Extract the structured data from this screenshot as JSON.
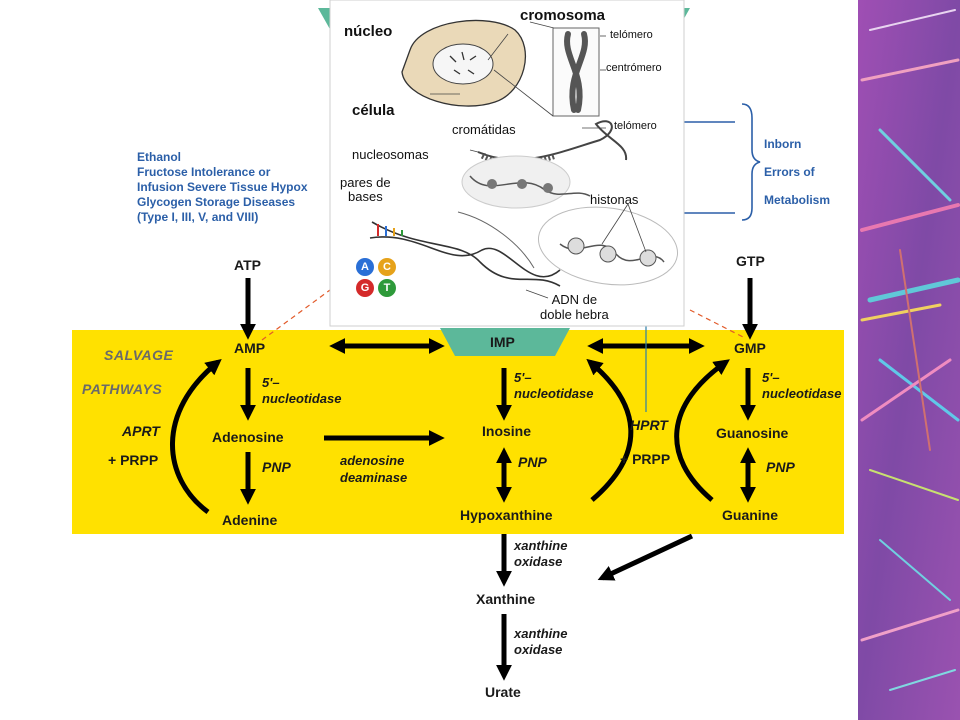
{
  "pathway": {
    "causes": [
      "Ethanol",
      "Fructose Intolerance or",
      "Infusion Severe Tissue Hypox",
      "Glycogen Storage Diseases",
      "(Type I, III, V, and VIII)"
    ],
    "inborn_errors": [
      "Inborn",
      "Errors of",
      "Metabolism"
    ],
    "salvage": [
      "SALVAGE",
      "PATHWAYS"
    ],
    "atp": "ATP",
    "gtp": "GTP",
    "amp": "AMP",
    "imp": "IMP",
    "gmp": "GMP",
    "nuc_a_1": "5'–",
    "nuc_a_2": "nucleotidase",
    "nuc_i_1": "5'–",
    "nuc_i_2": "nucleotidase",
    "nuc_g_1": "5'–",
    "nuc_g_2": "nucleotidase",
    "adenosine": "Adenosine",
    "inosine": "Inosine",
    "guanosine": "Guanosine",
    "pnp_a": "PNP",
    "pnp_i": "PNP",
    "pnp_g": "PNP",
    "adenine": "Adenine",
    "hypoxanthine": "Hypoxanthine",
    "guanine": "Guanine",
    "aprt": "APRT",
    "prpp_a": "+ PRPP",
    "hprt": "HPRT",
    "prpp_h": "+ PRPP",
    "ada_1": "adenosine",
    "ada_2": "deaminase",
    "xo1_1": "xanthine",
    "xo1_2": "oxidase",
    "xanthine": "Xanthine",
    "xo2_1": "xanthine",
    "xo2_2": "oxidase",
    "urate": "Urate"
  },
  "cell": {
    "nucleus": "núcleo",
    "cell": "célula",
    "chromosome": "cromosoma",
    "telomere_top": "telómero",
    "centromere": "centrómero",
    "chromatids": "cromátidas",
    "telomere_bottom": "telómero",
    "nucleosomes": "nucleosomas",
    "base_pairs_1": "pares de",
    "base_pairs_2": "bases",
    "histones": "histonas",
    "dna_1": "ADN de",
    "dna_2": "doble hebra",
    "bases": [
      {
        "letter": "A",
        "color": "#2a6fd6"
      },
      {
        "letter": "C",
        "color": "#e6a21a"
      },
      {
        "letter": "G",
        "color": "#d42a2a"
      },
      {
        "letter": "T",
        "color": "#2e9a3a"
      }
    ]
  },
  "colors": {
    "yellow_band": "#ffe100",
    "imp_box": "#5cb89a",
    "text_blue": "#2b5fa8",
    "crystal_bg": "#8b4aa8"
  }
}
